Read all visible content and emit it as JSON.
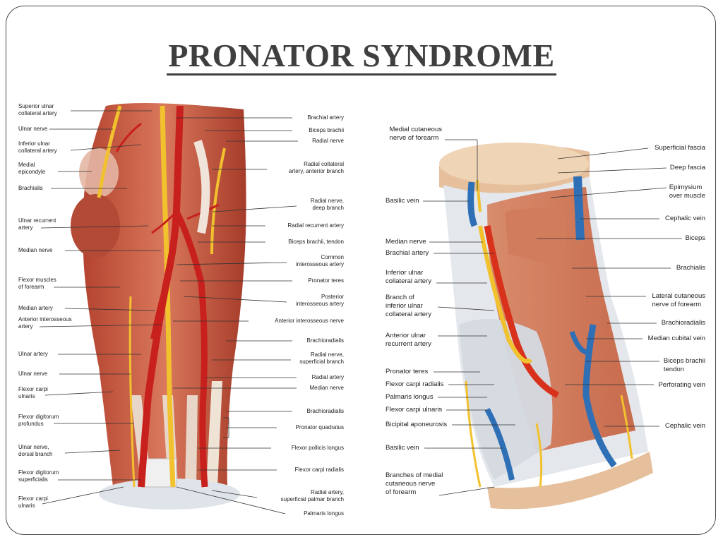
{
  "title": "PRONATOR SYNDROME",
  "left_figure": {
    "left_labels": [
      "Superior ulnar\ncollateral artery",
      "Ulnar nerve",
      "Inferior ulnar\ncollateral artery",
      "Medial\nepicondyle",
      "Brachialis",
      "Ulnar recurrent\nartery",
      "Median nerve",
      "Flexor muscles\nof forearm",
      "Median artery",
      "Anterior interosseous\nartery",
      "Ulnar artery",
      "Ulnar nerve",
      "Flexor carpi\nulnaris",
      "Flexor digitorum\nprofundus",
      "Ulnar nerve,\ndorsal branch",
      "Flexor digitorum\nsuperficialis",
      "Flexor carpi\nulnaris"
    ],
    "right_labels": [
      "Brachial artery",
      "Biceps brachii",
      "Radial nerve",
      "Radial collateral\nartery, anterior branch",
      "Radial nerve,\ndeep branch",
      "Radial recurrent artery",
      "Biceps brachii, tendon",
      "Common\ninterosseous artery",
      "Pronator teres",
      "Posterior\ninterosseous artery",
      "Anterior interosseous nerve",
      "Brachioradialis",
      "Radial nerve,\nsuperficial branch",
      "Radial artery",
      "Median nerve",
      "Brachioradialis",
      "Pronator quadratus",
      "Flexor pollicis longus",
      "Flexor carpi radialis",
      "Radial artery,\nsuperficial palmar branch",
      "Palmaris longus"
    ]
  },
  "right_figure": {
    "left_labels": [
      "Medial cutaneous\nnerve of forearm",
      "Basilic vein",
      "Median nerve",
      "Brachial artery",
      "Inferior ulnar\ncollateral artery",
      "Branch of\ninferior ulnar\ncollateral artery",
      "Anterior ulnar\nrecurrent artery",
      "Pronator teres",
      "Flexor carpi radialis",
      "Palmaris longus",
      "Flexor carpi ulnaris",
      "Bicipital aponeurosis",
      "Basilic vein",
      "Branches of medial\ncutaneous nerve\nof forearm"
    ],
    "right_labels": [
      "Superficial fascia",
      "Deep fascia",
      "Epimysium\nover muscle",
      "Cephalic vein",
      "Biceps",
      "Brachialis",
      "Lateral cutaneous\nnerve of forearm",
      "Brachioradialis",
      "Median cubital vein",
      "Biceps brachii\ntendon",
      "Perforating vein",
      "Cephalic vein"
    ]
  },
  "colors": {
    "muscle": "#c4573f",
    "muscle_light": "#d98a6e",
    "artery": "#c8201c",
    "nerve": "#f1c12e",
    "vein": "#2f6fb5",
    "fascia": "#e9c7a4",
    "aponeurosis": "#d9dde3",
    "leader": "#333333"
  }
}
